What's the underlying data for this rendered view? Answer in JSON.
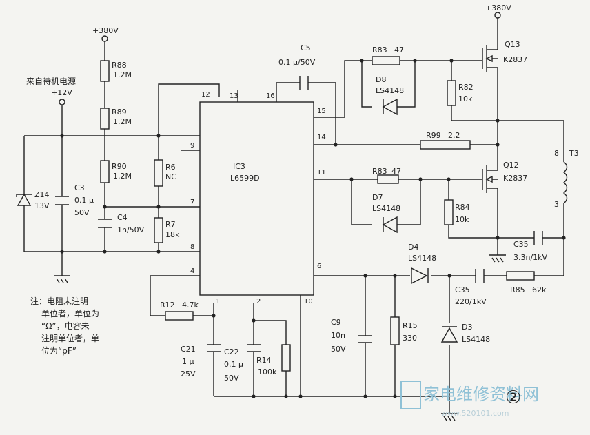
{
  "ic": {
    "name": "IC3",
    "part": "L6599D",
    "pins": {
      "p12": "12",
      "p13": "13",
      "p16": "16",
      "p15": "15",
      "p14": "14",
      "p9": "9",
      "p11": "11",
      "p7": "7",
      "p8": "8",
      "p4": "4",
      "p6": "6",
      "p1": "1",
      "p2": "2",
      "p10": "10"
    }
  },
  "supplies": {
    "v380_left": "+380V",
    "v380_right": "+380V",
    "v12": "+12V",
    "standby_note": "来自待机电源"
  },
  "components": {
    "r88": {
      "ref": "R88",
      "val": "1.2M"
    },
    "r89": {
      "ref": "R89",
      "val": "1.2M"
    },
    "r90": {
      "ref": "R90",
      "val": "1.2M"
    },
    "r6": {
      "ref": "R6",
      "val": "NC"
    },
    "r7": {
      "ref": "R7",
      "val": "18k"
    },
    "c3": {
      "ref": "C3",
      "val": "0.1 μ",
      "val2": "50V"
    },
    "c4": {
      "ref": "C4",
      "val": "1n/50V"
    },
    "z14": {
      "ref": "Z14",
      "val": "13V"
    },
    "c5": {
      "ref": "C5",
      "val": "0.1 μ/50V"
    },
    "r83a": {
      "ref": "R83",
      "val": "47"
    },
    "d8": {
      "ref": "D8",
      "val": "LS4148"
    },
    "r82": {
      "ref": "R82",
      "val": "10k"
    },
    "q13": {
      "ref": "Q13",
      "val": "K2837"
    },
    "r99": {
      "ref": "R99",
      "val": "2.2"
    },
    "r83b": {
      "ref": "R83",
      "val": "47"
    },
    "d7": {
      "ref": "D7",
      "val": "LS4148"
    },
    "r84": {
      "ref": "R84",
      "val": "10k"
    },
    "q12": {
      "ref": "Q12",
      "val": "K2837"
    },
    "t3": {
      "ref": "T3",
      "pin8": "8",
      "pin3": "3"
    },
    "c35a": {
      "ref": "C35",
      "val": "3.3n/1kV"
    },
    "d4": {
      "ref": "D4",
      "val": "LS4148"
    },
    "c35b": {
      "ref": "C35",
      "val": "220/1kV"
    },
    "r85": {
      "ref": "R85",
      "val": "62k"
    },
    "d3": {
      "ref": "D3",
      "val": "LS4148"
    },
    "c9": {
      "ref": "C9",
      "val": "10n",
      "val2": "50V"
    },
    "r15": {
      "ref": "R15",
      "val": "330"
    },
    "r12": {
      "ref": "R12",
      "val": "4.7k"
    },
    "c21": {
      "ref": "C21",
      "val": "1 μ",
      "val2": "25V"
    },
    "c22": {
      "ref": "C22",
      "val": "0.1 μ",
      "val2": "50V"
    },
    "r14": {
      "ref": "R14",
      "val": "100k"
    }
  },
  "note": {
    "line1": "注：电阻未注明",
    "line2": "单位者，单位为",
    "line3": "“Ω”，电容未",
    "line4": "注明单位者，单",
    "line5": "位为“pF”"
  },
  "figure_number": "②",
  "watermark": {
    "text": "家电维修资料网",
    "url": "www.520101.com"
  }
}
